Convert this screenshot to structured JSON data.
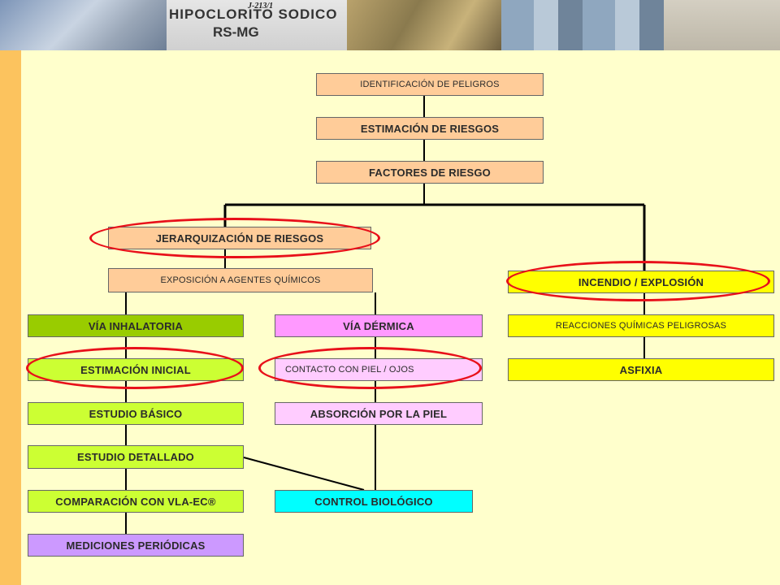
{
  "banner": {
    "sign_top": "J-213/1",
    "sign_main": "HIPOCLORITO  SODICO",
    "sign_sub": "RS-MG"
  },
  "colors": {
    "background": "#ffffcc",
    "sidebar": "#fcc35e",
    "peach": "#ffcc99",
    "green": "#99cc00",
    "lime": "#ccff33",
    "pink": "#ff99ff",
    "light_pink": "#ffccff",
    "yellow": "#ffff00",
    "cyan": "#00ffff",
    "violet": "#cc99ff",
    "highlight": "#e8101a"
  },
  "diagram": {
    "identificacion": "IDENTIFICACIÓN DE PELIGROS",
    "estimacion_riesgos": "ESTIMACIÓN DE RIESGOS",
    "factores": "FACTORES DE RIESGO",
    "jerarquizacion": "JERARQUIZACIÓN DE RIESGOS",
    "exposicion": "EXPOSICIÓN A AGENTES QUÍMICOS",
    "incendio": "INCENDIO / EXPLOSIÓN",
    "via_inhalatoria": "VÍA INHALATORIA",
    "via_dermica": "VÍA DÉRMICA",
    "reacciones": "REACCIONES QUÍMICAS PELIGROSAS",
    "estimacion_inicial": "ESTIMACIÓN INICIAL",
    "contacto": "CONTACTO CON PIEL / OJOS",
    "asfixia": "ASFIXIA",
    "estudio_basico": "ESTUDIO BÁSICO",
    "absorcion": "ABSORCIÓN POR LA PIEL",
    "estudio_detallado": "ESTUDIO DETALLADO",
    "comparacion": "COMPARACIÓN CON VLA-EC®",
    "control_biologico": "CONTROL BIOLÓGICO",
    "mediciones": "MEDICIONES PERIÓDICAS"
  }
}
